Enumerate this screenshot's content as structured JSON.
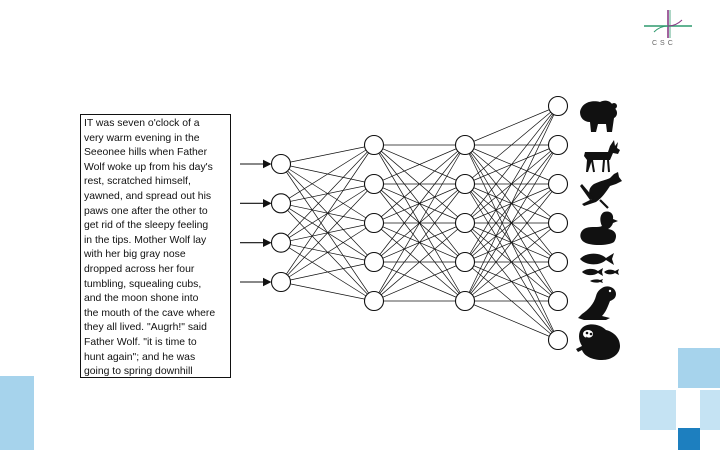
{
  "logo": {
    "text": "CSC",
    "accent_colors": [
      "#2f9a6e",
      "#8a3a86"
    ]
  },
  "story_text": "IT was seven o'clock of a\nvery warm evening in the\nSeeonee hills when Father\nWolf woke up from his day's\nrest, scratched himself,\nyawned, and spread out his\npaws one after the other to\nget rid of the sleepy feeling\nin the tips. Mother Wolf lay\nwith her big gray nose\ndropped across her four\ntumbling, squealing cubs,\nand the moon shone into\nthe mouth of the cave where\nthey all lived. \"Augrh!\" said\nFather Wolf. \"it is time to\nhunt again\"; and he was\ngoing to spring downhill\nwhen a little shadow with a\nbushy tail crossed the",
  "network": {
    "layers": [
      {
        "role": "input",
        "nodes": 4
      },
      {
        "role": "hidden",
        "nodes": 5
      },
      {
        "role": "hidden",
        "nodes": 5
      },
      {
        "role": "output",
        "nodes": 7
      }
    ],
    "input_arrows": 4,
    "connectivity": "fully-connected"
  },
  "output_icons": [
    "bear-icon",
    "deer-icon",
    "kangaroo-icon",
    "duck-icon",
    "fish-icon",
    "seal-icon",
    "sloth-icon"
  ],
  "colors": {
    "decor_light": "#c5e3f3",
    "decor_mid": "#a6d3ec",
    "decor_dark": "#1d7fbf",
    "ink": "#111111"
  }
}
